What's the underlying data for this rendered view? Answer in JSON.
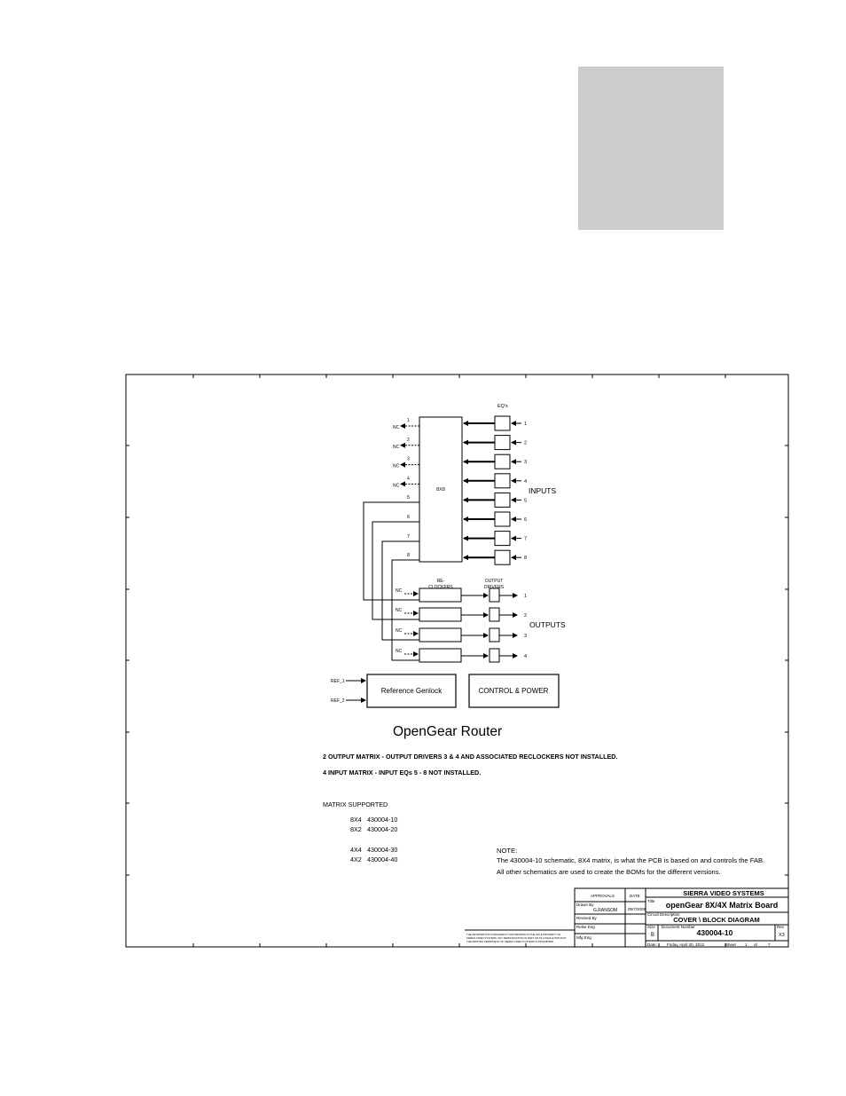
{
  "matrix": {
    "label": "8X8"
  },
  "eq_header": "EQ's",
  "inputs_label": "INPUTS",
  "outputs_label": "OUTPUTS",
  "reclockers_header": [
    "RE-",
    "CLOCKERS"
  ],
  "output_drivers_header": [
    "OUTPUT",
    "DRIVERS"
  ],
  "nc_label": "NC",
  "unused_outputs": [
    "1",
    "2",
    "3",
    "4"
  ],
  "matrix_outputs": [
    "5",
    "6",
    "7",
    "8"
  ],
  "input_numbers": [
    "1",
    "2",
    "3",
    "4",
    "5",
    "6",
    "7",
    "8"
  ],
  "output_numbers": [
    "1",
    "2",
    "3",
    "4"
  ],
  "ref_inputs": [
    "REF_1",
    "REF_2"
  ],
  "reference_block": "Reference Genlock",
  "control_block": "CONTROL & POWER",
  "router_title": "OpenGear Router",
  "notes": {
    "output_matrix": "2 OUTPUT MATRIX - OUTPUT DRIVERS 3 & 4 AND ASSOCIATED RECLOCKERS NOT INSTALLED.",
    "input_matrix": "4 INPUT MATRIX - INPUT EQs 5 - 8  NOT INSTALLED.",
    "matrix_supported_title": "MATRIX SUPPORTED",
    "matrix_list": [
      {
        "size": "8X4",
        "part": "430004-10"
      },
      {
        "size": "8X2",
        "part": "430004-20"
      },
      {
        "size": "4X4",
        "part": "430004-30"
      },
      {
        "size": "4X2",
        "part": "430004-40"
      }
    ],
    "note_title": "NOTE:",
    "note_line1": "The 430004-10 schematic, 8X4 matrix, is what the PCB is based on and controls the FAB.",
    "note_line2": "All other schematics are used to create the BOMs for the different versions."
  },
  "title_block": {
    "approvals": "APPROVALS",
    "date_label": "DATE",
    "drawn_by_label": "Drawn By",
    "drawn_by": "G.RANSOM",
    "drawn_date": "05/7/2009",
    "revised_by_label": "Revised By",
    "release_eng_label": "Relse Eng",
    "mfg_eng_label": "Mfg Eng",
    "company": "SIERRA VIDEO SYSTEMS",
    "title_label": "Title",
    "title": "openGear 8X/4X Matrix Board",
    "circuit_description_label": "Circuit Description",
    "circuit_description": "COVER \\ BLOCK DIAGRAM",
    "size_label": "Size",
    "size": "B",
    "document_number_label": "Document Number",
    "document_number": "430004-10",
    "rev_label": "Rev",
    "rev": "X3",
    "date_row_label": "Date:",
    "date": "Friday, April 20, 2012",
    "sheet_label": "Sheet",
    "sheet": "1",
    "of_label": "of",
    "sheets": "7",
    "disclaimer": [
      "THE INFORMATION CONTAINED IN THIS DRAWING IS THE SOLE PROPERTY OF",
      "SIERRA VIDEO SYSTEMS. ANY REPRODUCTION IN PART OR AS A WHOLE WITHOUT",
      "THE WRITTEN PERMISSION OF SIERRA VIDEO SYSTEMS IS PROHIBITED."
    ]
  }
}
